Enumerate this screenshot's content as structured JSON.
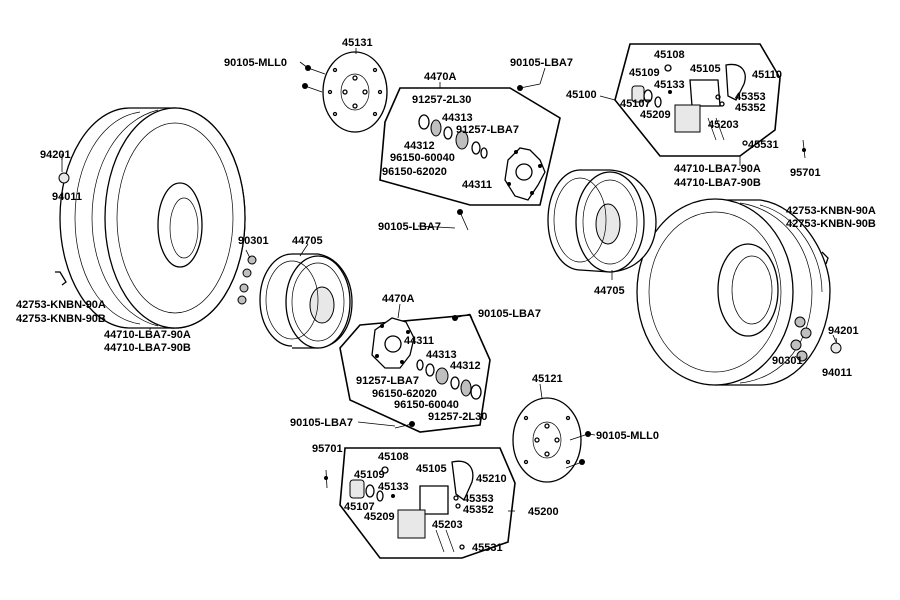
{
  "labels": {
    "p45131": "45131",
    "p90105_mll0_top": "90105-MLL0",
    "p4470a_top": "4470A",
    "p91257_2l30_top": "91257-2L30",
    "p44313_top": "44313",
    "p91257_lba7_top": "91257-LBA7",
    "p44312_top": "44312",
    "p96150_60040_top": "96150-60040",
    "p96150_62020_top": "96150-62020",
    "p44311_top": "44311",
    "p90105_lba7_tr": "90105-LBA7",
    "p90105_lba7_mid": "90105-LBA7",
    "p45108_top": "45108",
    "p45109_top": "45109",
    "p45105_top": "45105",
    "p45110": "45110",
    "p45133_top": "45133",
    "p45100": "45100",
    "p45107_top": "45107",
    "p45353_top": "45353",
    "p45352_top": "45352",
    "p45209_top": "45209",
    "p45203_top": "45203",
    "p45531_top": "45531",
    "p44710_r_a": "44710-LBA7-90A",
    "p44710_r_b": "44710-LBA7-90B",
    "p94201_left": "94201",
    "p94011_left": "94011",
    "p95701_right": "95701",
    "p42753_r_a": "42753-KNBN-90A",
    "p42753_r_b": "42753-KNBN-90B",
    "p90301_left": "90301",
    "p44705_left": "44705",
    "p44705_right": "44705",
    "p42753_l_a": "42753-KNBN-90A",
    "p42753_l_b": "42753-KNBN-90B",
    "p44710_l_a": "44710-LBA7-90A",
    "p44710_l_b": "44710-LBA7-90B",
    "p4470a_bot": "4470A",
    "p90105_lba7_bot1": "90105-LBA7",
    "p44311_bot": "44311",
    "p44313_bot": "44313",
    "p44312_bot": "44312",
    "p91257_lba7_bot": "91257-LBA7",
    "p96150_62020_bot": "96150-62020",
    "p96150_60040_bot": "96150-60040",
    "p91257_2l30_bot": "91257-2L30",
    "p90301_right": "90301",
    "p94201_right": "94201",
    "p94011_right": "94011",
    "p45121": "45121",
    "p90105_mll0_bot": "90105-MLL0",
    "p90105_lba7_bot2": "90105-LBA7",
    "p95701_left": "95701",
    "p45108_bot": "45108",
    "p45109_bot": "45109",
    "p45105_bot": "45105",
    "p45210": "45210",
    "p45133_bot": "45133",
    "p45107_bot": "45107",
    "p45353_bot": "45353",
    "p45352_bot": "45352",
    "p45209_bot": "45209",
    "p45203_bot": "45203",
    "p45531_bot": "45531",
    "p45200": "45200"
  }
}
